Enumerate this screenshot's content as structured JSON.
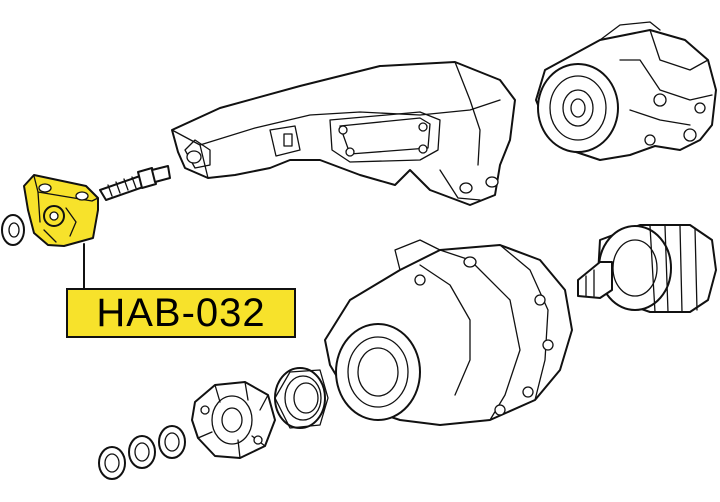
{
  "callout": {
    "part_number": "HAB-032",
    "highlight_color": "#f7e22b"
  },
  "parts": [
    {
      "name": "mount-washer"
    },
    {
      "name": "rear-differential-mount",
      "highlighted": true
    },
    {
      "name": "mounting-bolt"
    },
    {
      "name": "differential-mount-bracket"
    },
    {
      "name": "differential-carrier-cover"
    },
    {
      "name": "differential-gear-case"
    },
    {
      "name": "ring-gear-pinion"
    },
    {
      "name": "oil-seal"
    },
    {
      "name": "companion-flange"
    },
    {
      "name": "shim-washer-set"
    }
  ]
}
